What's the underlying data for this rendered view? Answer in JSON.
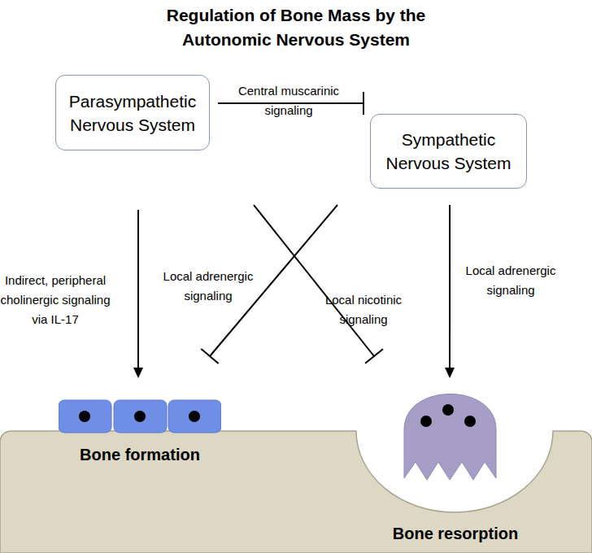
{
  "diagram": {
    "title": "Regulation of Bone Mass by the Autonomic Nervous System",
    "nodes": [
      {
        "text": [
          "Parasympathetic Nervous System"
        ]
      },
      {
        "text": [
          "Sympathetic Nervous System"
        ]
      },
      {
        "text": [
          "Bone formation"
        ]
      },
      {
        "text": [
          "Bone resorption"
        ]
      }
    ],
    "edges": [
      {
        "from": 0,
        "to": 1,
        "arrow": "to",
        "label": "Central muscarinic signaling"
      },
      {
        "from": 0,
        "to": 2,
        "arrow": "to",
        "label": "Indirect, peripheral cholinergic signaling via IL-17"
      },
      {
        "from": 1,
        "to": 2,
        "arrow": "to",
        "label": "Local adrenergic signaling"
      },
      {
        "from": 0,
        "to": 3,
        "arrow": "to",
        "label": "Local nicotinic signaling"
      },
      {
        "from": 1,
        "to": 3,
        "arrow": "to",
        "label": "Local adrenergic signaling"
      }
    ]
  }
}
